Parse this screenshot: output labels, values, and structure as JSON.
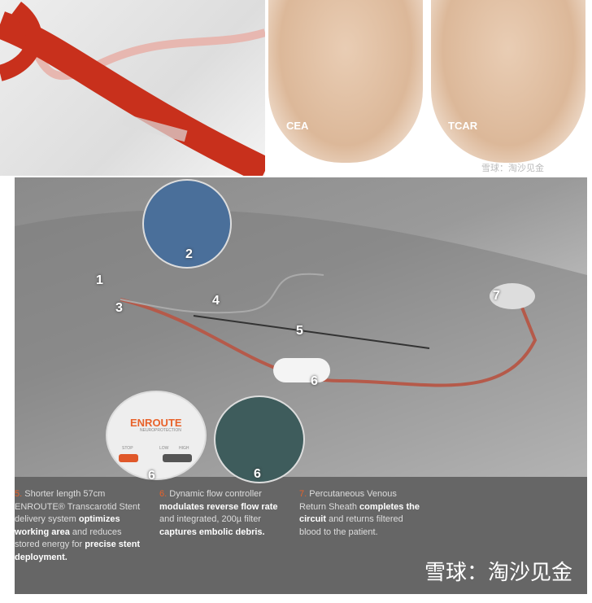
{
  "top_right": {
    "labels": [
      "CEA",
      "TCAR"
    ],
    "watermark": "雪球：淘沙见金"
  },
  "diagram": {
    "callouts": [
      "1",
      "2",
      "3",
      "4",
      "5",
      "6",
      "6",
      "6",
      "7"
    ],
    "controller": {
      "brand": "ENROUTE",
      "sub": "NEUROPROTECTION",
      "stop": "STOP",
      "low": "LOW",
      "high": "HIGH"
    }
  },
  "captions": [
    {
      "num": "5.",
      "parts": [
        [
          "Shorter length 57cm ENROUTE® Transcarotid Stent delivery system ",
          false
        ],
        [
          "optimizes working area",
          true
        ],
        [
          " and reduces stored energy for ",
          false
        ],
        [
          "precise stent deployment.",
          true
        ]
      ]
    },
    {
      "num": "6.",
      "parts": [
        [
          "Dynamic flow controller ",
          false
        ],
        [
          "modulates reverse flow rate",
          true
        ],
        [
          " and integrated, 200µ filter ",
          false
        ],
        [
          "captures embolic debris.",
          true
        ]
      ]
    },
    {
      "num": "7.",
      "parts": [
        [
          "Percutaneous Venous Return Sheath ",
          false
        ],
        [
          "completes the circuit",
          true
        ],
        [
          " and returns filtered blood to the patient.",
          false
        ]
      ]
    }
  ],
  "watermark": "雪球：淘沙见金",
  "colors": {
    "accent": "#e8622a",
    "panel": "#666666"
  }
}
